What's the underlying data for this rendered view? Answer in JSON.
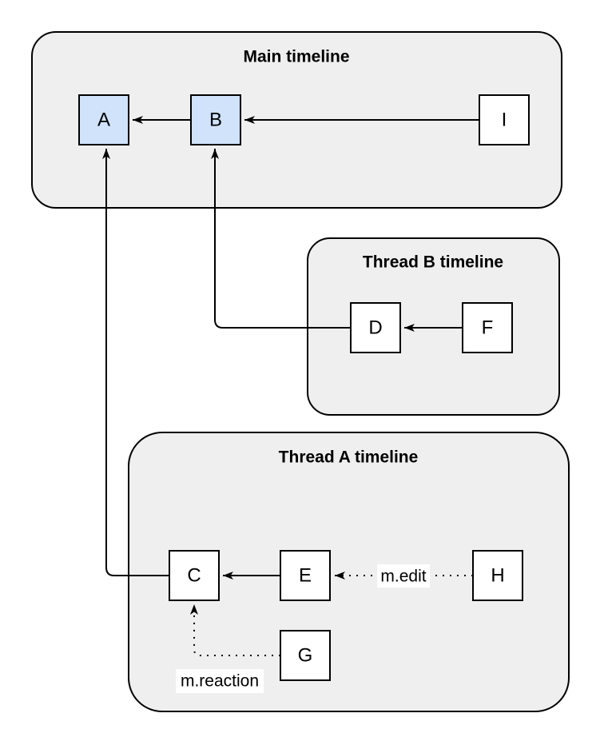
{
  "diagram": {
    "containers": [
      {
        "id": "main",
        "title": "Main timeline",
        "nodes": [
          "A",
          "B",
          "I"
        ]
      },
      {
        "id": "thread-b",
        "title": "Thread B timeline",
        "nodes": [
          "D",
          "F"
        ]
      },
      {
        "id": "thread-a",
        "title": "Thread A timeline",
        "nodes": [
          "C",
          "E",
          "H",
          "G"
        ]
      }
    ],
    "nodes": {
      "a": "A",
      "b": "B",
      "i": "I",
      "d": "D",
      "f": "F",
      "c": "C",
      "e": "E",
      "h": "H",
      "g": "G"
    },
    "edges": [
      {
        "from": "B",
        "to": "A",
        "style": "solid"
      },
      {
        "from": "I",
        "to": "B",
        "style": "solid"
      },
      {
        "from": "F",
        "to": "D",
        "style": "solid"
      },
      {
        "from": "D",
        "to": "B",
        "style": "solid"
      },
      {
        "from": "E",
        "to": "C",
        "style": "solid"
      },
      {
        "from": "C",
        "to": "A",
        "style": "solid"
      },
      {
        "from": "H",
        "to": "E",
        "style": "dotted",
        "label": "m.edit"
      },
      {
        "from": "G",
        "to": "C",
        "style": "dotted",
        "label": "m.reaction"
      }
    ],
    "edge_labels": {
      "edit": "m.edit",
      "reaction": "m.reaction"
    },
    "colors": {
      "background": "#ffffff",
      "container_fill": "#efefef",
      "container_stroke": "#000000",
      "node_fill": "#ffffff",
      "node_fill_highlight": "#d0e3fa",
      "node_stroke": "#000000",
      "edge_stroke": "#000000",
      "label_bg": "#ffffff",
      "text": "#000000"
    }
  }
}
